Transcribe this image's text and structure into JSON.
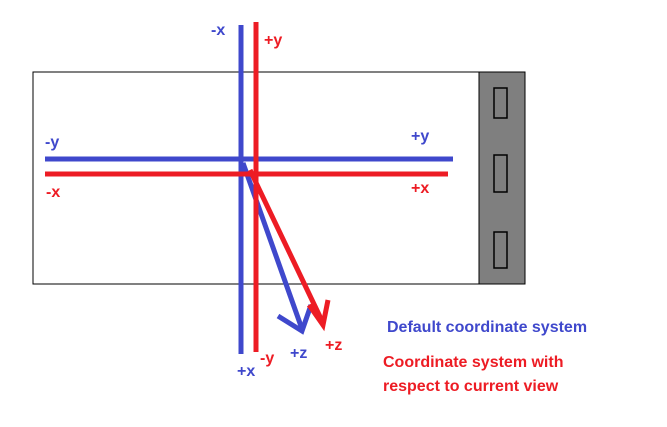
{
  "colors": {
    "default_system": "#3f48cc",
    "view_system": "#ed1c24",
    "device_body": "#ffffff",
    "device_side_panel": "#7f7f7f",
    "outline": "#000000"
  },
  "labels": {
    "default": {
      "x_negative": "-x",
      "x_positive": "+x",
      "y_negative": "-y",
      "y_positive": "+y",
      "z_positive": "+z"
    },
    "view": {
      "x_negative": "-x",
      "x_positive": "+x",
      "y_negative": "-y",
      "y_positive": "+y",
      "z_positive": "+z"
    }
  },
  "legend": {
    "default_system": "Default coordinate system",
    "view_system": "Coordinate system with respect to current view"
  }
}
